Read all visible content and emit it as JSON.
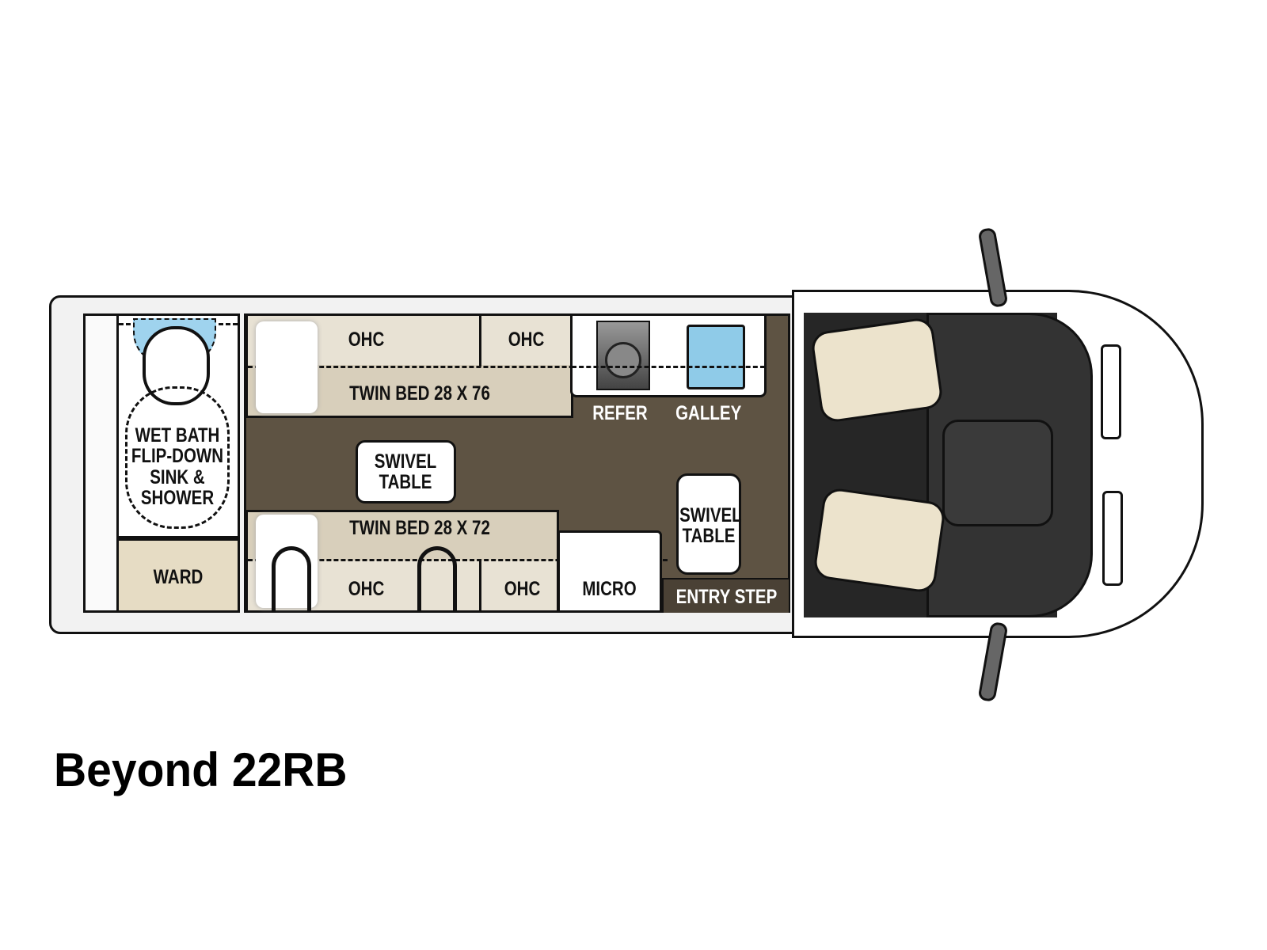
{
  "title": "Beyond 22RB",
  "rooms": {
    "wet_bath": [
      "WET BATH",
      "FLIP-DOWN",
      "SINK &",
      "SHOWER"
    ],
    "ward": "WARD",
    "ohc_top_1": "OHC",
    "ohc_top_2": "OHC",
    "twin_bed_top": "TWIN BED 28 X 76",
    "refer": "REFER",
    "galley": "GALLEY",
    "swivel_table_1": [
      "SWIVEL",
      "TABLE"
    ],
    "swivel_table_2": [
      "SWIVEL",
      "TABLE"
    ],
    "twin_bed_bottom": "TWIN BED 28 X 72",
    "ohc_bottom_1": "OHC",
    "ohc_bottom_2": "OHC",
    "micro": "MICRO",
    "entry_step": "ENTRY STEP"
  },
  "colors": {
    "floor": "#5e5343",
    "bed": "#d8cfbb",
    "ward": "#e6dcc4",
    "cab": "#262626",
    "sink": "#8fcbe8",
    "seat": "#ece3cc"
  }
}
